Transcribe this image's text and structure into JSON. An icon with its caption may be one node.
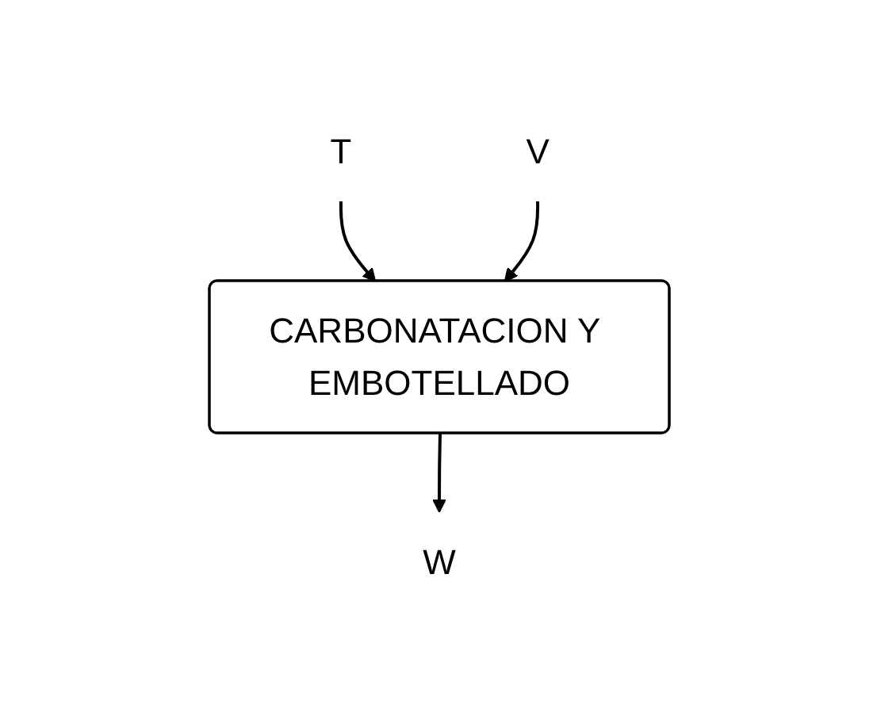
{
  "diagram": {
    "nodes": [
      {
        "text": [
          "T"
        ]
      },
      {
        "text": [
          "V"
        ]
      },
      {
        "text": [
          "CARBONATACION Y EMBOTELLADO"
        ]
      },
      {
        "text": [
          "W"
        ]
      }
    ],
    "edges": [
      {
        "from": 0,
        "to": 2,
        "arrow": "to"
      },
      {
        "from": 1,
        "to": 2,
        "arrow": "to"
      },
      {
        "from": 2,
        "to": 3,
        "arrow": "to"
      }
    ]
  }
}
